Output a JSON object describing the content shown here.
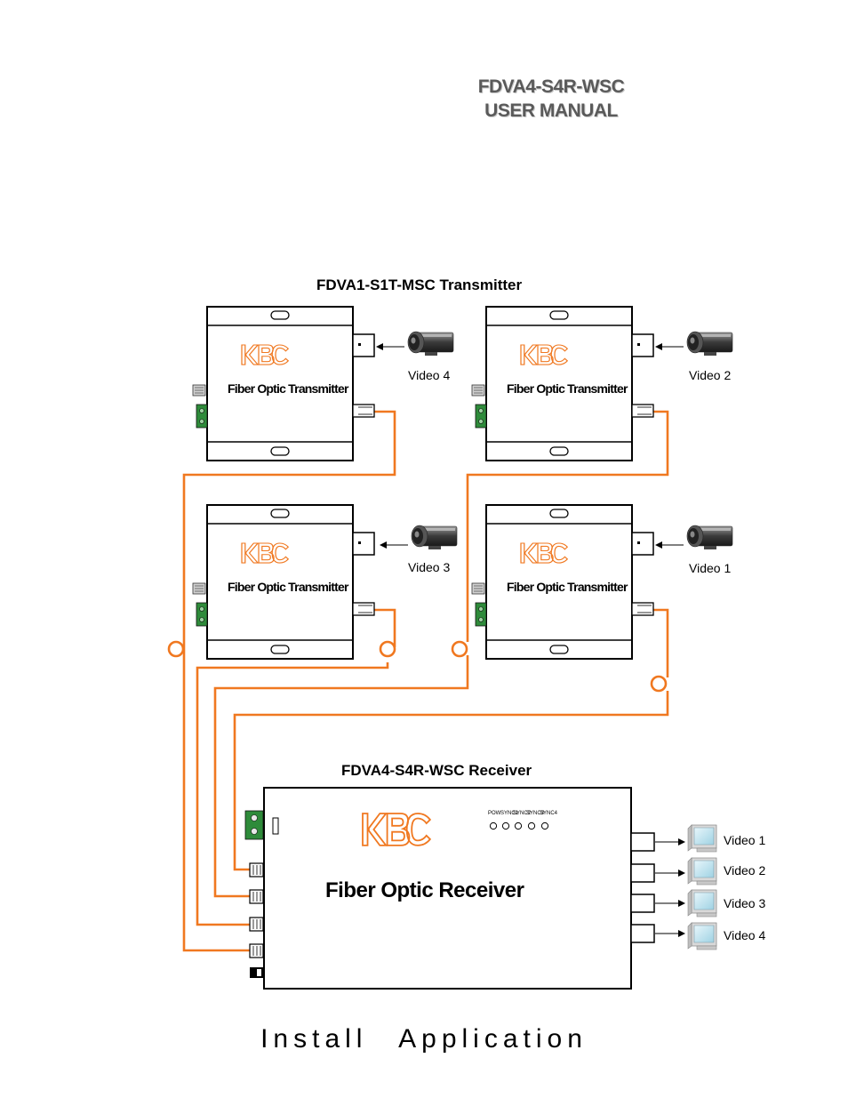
{
  "document": {
    "model": "FDVA4-S4R-WSC",
    "subtitle": "USER MANUAL",
    "footer": "Install Application"
  },
  "transmitters": {
    "heading": "FDVA1-S1T-MSC Transmitter",
    "units": [
      {
        "name": "Fiber Optic Transmitter",
        "logo": "KBC",
        "camera_label": "Video 4"
      },
      {
        "name": "Fiber Optic Transmitter",
        "logo": "KBC",
        "camera_label": "Video 2"
      },
      {
        "name": "Fiber Optic Transmitter",
        "logo": "KBC",
        "camera_label": "Video 3"
      },
      {
        "name": "Fiber Optic Transmitter",
        "logo": "KBC",
        "camera_label": "Video 1"
      }
    ]
  },
  "receiver": {
    "heading": "FDVA4-S4R-WSC Receiver",
    "name": "Fiber Optic Receiver",
    "logo": "KBC",
    "leds": [
      "POW",
      "SYNC1",
      "SYNC2",
      "SYNC3",
      "SYNC4"
    ],
    "outputs": [
      "Video 1",
      "Video 2",
      "Video 3",
      "Video 4"
    ]
  },
  "colors": {
    "fiber": "#f07820",
    "logo": "#f07820",
    "terminal": "#2e8b3a"
  },
  "icons": [
    "camera-icon",
    "monitor-icon",
    "kbc-logo"
  ]
}
